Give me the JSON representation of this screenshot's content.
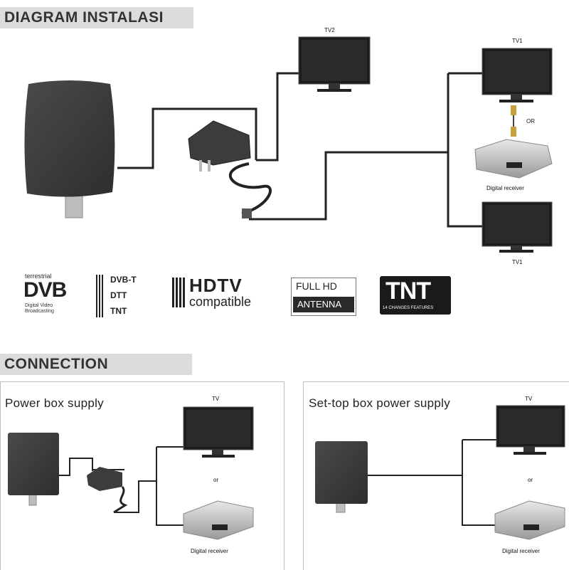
{
  "headers": {
    "diagram": "DIAGRAM INSTALASI",
    "connection": "CONNECTION"
  },
  "diagram": {
    "tv2_label": "TV2",
    "tv1_top_label": "TV1",
    "tv1_bottom_label": "TV1",
    "or_label": "OR",
    "receiver_label": "Digital receiver"
  },
  "logos": {
    "dvb": {
      "top": "terrestrial",
      "main": "DVB",
      "bottom1": "Digital Video",
      "bottom2": "Broadcasting"
    },
    "standards": [
      "DVB-T",
      "DTT",
      "TNT"
    ],
    "hdtv": {
      "main": "HDTV",
      "sub": "compatible"
    },
    "fullhd": {
      "top": "FULL HD",
      "bottom": "ANTENNA"
    },
    "tnt": {
      "main": "TNT",
      "sub": "14 CHANGES FEATURES"
    }
  },
  "panels": {
    "left": {
      "title": "Power box supply",
      "tv_label": "TV",
      "or_label": "or",
      "receiver_label": "Digital receiver"
    },
    "right": {
      "title": "Set-top box power supply",
      "tv_label": "TV",
      "or_label": "or",
      "receiver_label": "Digital receiver"
    }
  },
  "colors": {
    "header_bg": "#dcdcdc",
    "device_dark": "#3a3a3a",
    "screen": "#1c1c1c",
    "line": "#222222"
  }
}
